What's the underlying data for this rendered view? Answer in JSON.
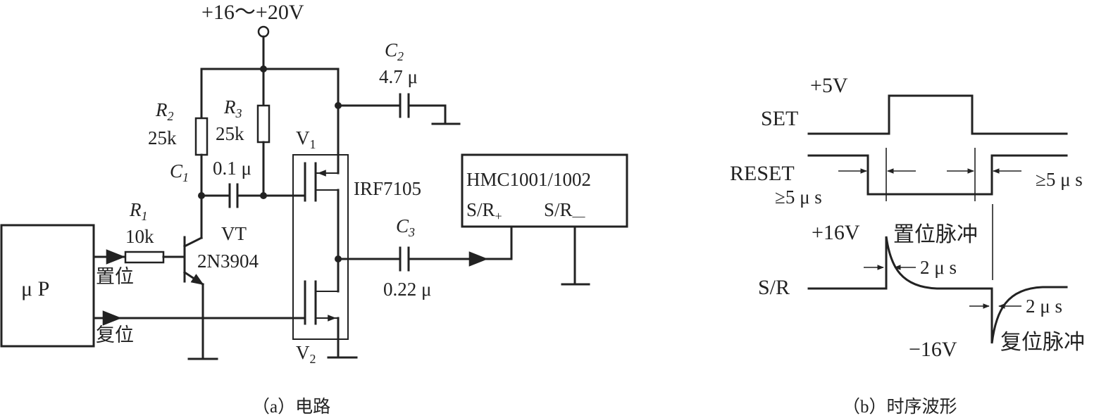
{
  "circuit": {
    "supply": "+16～+20V",
    "r1": {
      "name": "R",
      "sub": "1",
      "value": "10k"
    },
    "r2": {
      "name": "R",
      "sub": "2",
      "value": "25k"
    },
    "r3": {
      "name": "R",
      "sub": "3",
      "value": "25k"
    },
    "c1": {
      "name": "C",
      "sub": "1",
      "value": "0.1 μ"
    },
    "c2": {
      "name": "C",
      "sub": "2",
      "value": "4.7 μ"
    },
    "c3": {
      "name": "C",
      "sub": "3",
      "value": "0.22 μ"
    },
    "transistor": {
      "name": "VT",
      "part": "2N3904"
    },
    "mosfet": {
      "part": "IRF7105",
      "v1": "V",
      "v1_sub": "1",
      "v2": "V",
      "v2_sub": "2"
    },
    "mcu": "μ P",
    "set_label": "置位",
    "reset_label": "复位",
    "sensor": {
      "name": "HMC1001/1002",
      "pin_plus": "S/R",
      "pin_plus_sub": "+",
      "pin_minus": "S/R",
      "pin_minus_sub": "—"
    }
  },
  "timing": {
    "set": "SET",
    "reset": "RESET",
    "sr": "S/R",
    "v5": "+5V",
    "v16p": "+16V",
    "v16n": "−16V",
    "ge5_left": "≥5 μ s",
    "ge5_right": "≥5 μ s",
    "t2_top": "2 μ s",
    "t2_bot": "2 μ s",
    "set_pulse": "置位脉冲",
    "reset_pulse": "复位脉冲"
  },
  "captions": {
    "a": "（a）电路",
    "b": "（b）时序波形"
  }
}
